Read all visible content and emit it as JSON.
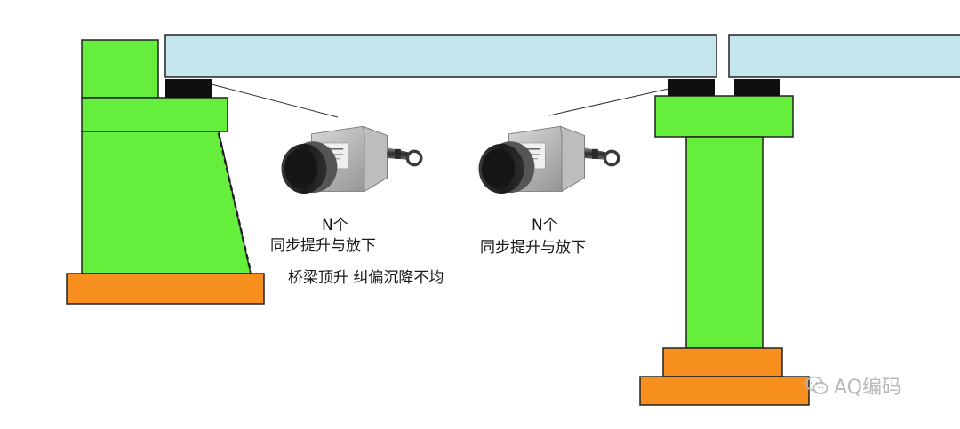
{
  "colors": {
    "pier": "#66ee3c",
    "footing": "#f7901e",
    "beam": "#c6e6ee",
    "bearing": "#0f0f0f",
    "outline": "#222222"
  },
  "sensor_left": {
    "count_label": "N个",
    "action_label": "同步提升与放下"
  },
  "sensor_right": {
    "count_label": "N个",
    "action_label": "同步提升与放下"
  },
  "applications_label": "桥梁顶升  纠偏沉降不均",
  "watermark": {
    "icon": "wechat-icon",
    "text": "AQ编码"
  }
}
